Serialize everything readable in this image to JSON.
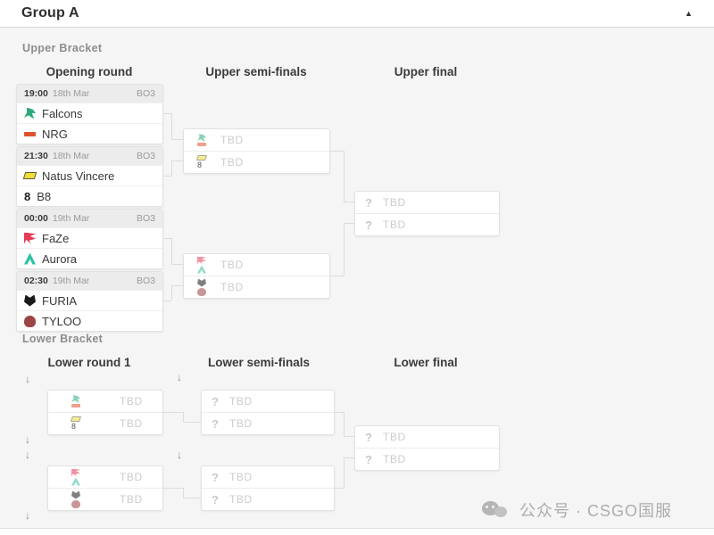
{
  "header": {
    "title": "Group A",
    "collapse_icon": "▲"
  },
  "labels": {
    "tbd": "TBD",
    "question_mark": "?",
    "drop_arrow": "↓"
  },
  "upper": {
    "section_label": "Upper Bracket",
    "columns": [
      "Opening round",
      "Upper semi-finals",
      "Upper final"
    ],
    "opening_matches": [
      {
        "time": "19:00",
        "date": "18th Mar",
        "format": "BO3",
        "teams": [
          {
            "name": "Falcons",
            "color": "#2ea97a"
          },
          {
            "name": "NRG",
            "color": "#e0512e"
          }
        ]
      },
      {
        "time": "21:30",
        "date": "18th Mar",
        "format": "BO3",
        "teams": [
          {
            "name": "Natus Vincere",
            "color": "#f0df3a"
          },
          {
            "name": "B8",
            "color": "#1b1b1f",
            "char": "8"
          }
        ]
      },
      {
        "time": "00:00",
        "date": "19th Mar",
        "format": "BO3",
        "teams": [
          {
            "name": "FaZe",
            "color": "#e43a55"
          },
          {
            "name": "Aurora",
            "color": "#2fc1a2"
          }
        ]
      },
      {
        "time": "02:30",
        "date": "19th Mar",
        "format": "BO3",
        "teams": [
          {
            "name": "FURIA",
            "color": "#1a1a1a"
          },
          {
            "name": "TYLOO",
            "color": "#9c4343"
          }
        ]
      }
    ]
  },
  "lower": {
    "section_label": "Lower Bracket",
    "columns": [
      "Lower round 1",
      "Lower semi-finals",
      "Lower final"
    ]
  },
  "watermark": {
    "text": "公众号 · CSGO国服"
  }
}
